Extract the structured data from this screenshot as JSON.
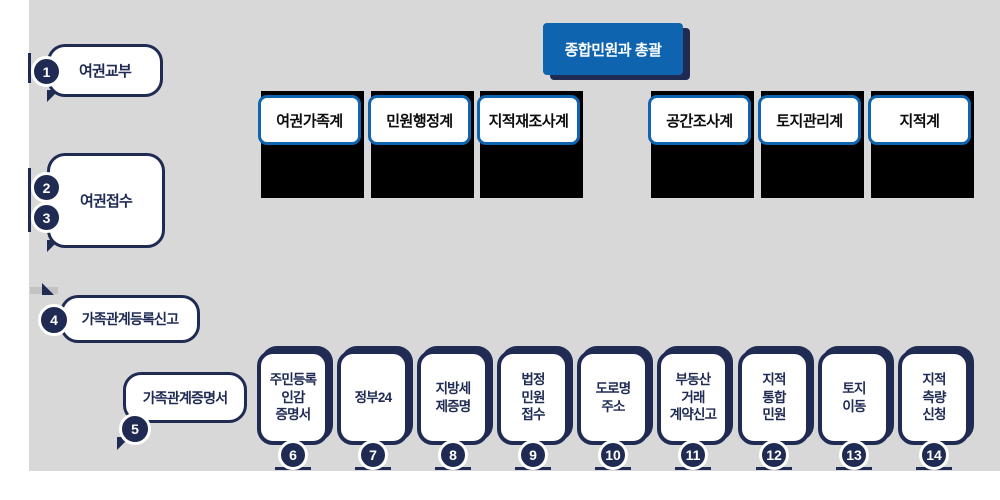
{
  "colors": {
    "navy": "#202b54",
    "blue": "#0e64ae",
    "background": "#d8d8d8",
    "block": "#000000"
  },
  "header": {
    "label": "종합민원과 총괄"
  },
  "stations": [
    {
      "numbers": [
        "1"
      ],
      "label": "여권교부"
    },
    {
      "numbers": [
        "2",
        "3"
      ],
      "label": "여권접수"
    },
    {
      "numbers": [
        "4"
      ],
      "label": "가족관계등록신고"
    },
    {
      "numbers": [
        "5"
      ],
      "label": "가족관계증명서"
    }
  ],
  "departments": [
    {
      "label": "여권가족계"
    },
    {
      "label": "민원행정계"
    },
    {
      "label": "지적재조사계"
    },
    {
      "label": "공간조사계"
    },
    {
      "label": "토지관리계"
    },
    {
      "label": "지적계"
    }
  ],
  "windows": [
    {
      "number": "6",
      "label": "주민등록\n인감\n증명서"
    },
    {
      "number": "7",
      "label": "정부24"
    },
    {
      "number": "8",
      "label": "지방세\n제증명"
    },
    {
      "number": "9",
      "label": "법정\n민원\n접수"
    },
    {
      "number": "10",
      "label": "도로명\n주소"
    },
    {
      "number": "11",
      "label": "부동산\n거래\n계약신고"
    },
    {
      "number": "12",
      "label": "지적\n통합\n민원"
    },
    {
      "number": "13",
      "label": "토지\n이동"
    },
    {
      "number": "14",
      "label": "지적\n측량\n신청"
    }
  ]
}
